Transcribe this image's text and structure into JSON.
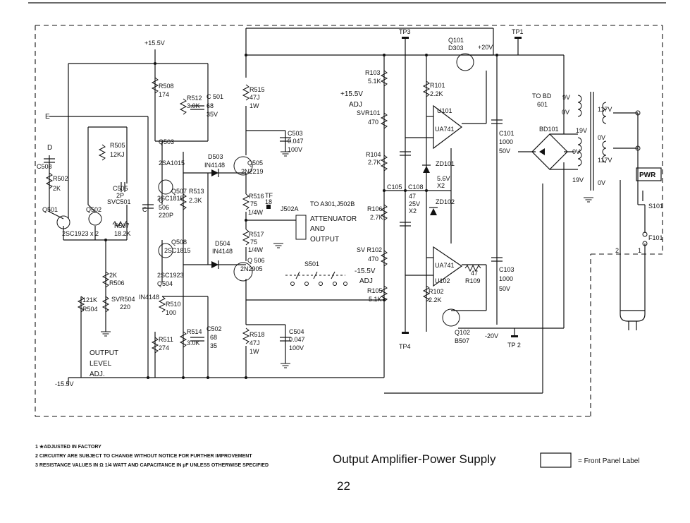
{
  "title": "Output Amplifier-Power Supply",
  "page_number": "22",
  "legend": {
    "label": "= Front Panel Label"
  },
  "notes": [
    "1 ★ADJUSTED IN FACTORY",
    "2 CIRCUITRY ARE SUBJECT TO CHANGE WITHOUT NOTICE FOR FURTHER IMPROVEMENT",
    "3 RESISTANCE VALUES IN Ω 1/4 WATT AND CAPACITANCE IN µF UNLESS OTHERWISE SPECIFIED"
  ],
  "panel_labels": {
    "pwr": "PWR",
    "output_level": "OUTPUT",
    "output_level_2": "LEVEL",
    "output_level_3": "ADJ.",
    "attenuator": "ATTENUATOR",
    "and": "AND",
    "output": "OUTPUT"
  },
  "rails": {
    "plus_15v_top": "+15.5V",
    "minus_15v_bottom": "-15.5V",
    "plus_20v": "+20V",
    "minus_20v": "-20V",
    "adj_pos": "+15.5V",
    "adj_pos_2": "ADJ",
    "adj_neg": "-15.5V",
    "adj_neg_2": "ADJ"
  },
  "inputs": {
    "e": "E",
    "d": "D"
  },
  "test_points": {
    "tp1": "TP1",
    "tp2": "TP 2",
    "tp3": "TP3",
    "tp4": "TP4",
    "tf18": "TF",
    "tf18_num": "18"
  },
  "left_section": {
    "c508": "C508",
    "r502": "R502",
    "r502_val": "2K",
    "q501": "Q501",
    "q502": "Q502",
    "q_pair": "2SC1923 x 2",
    "r505": "R505",
    "r505_val": "12KJ",
    "c505": "C505",
    "c505_val": "2P",
    "svc501": "SVC501",
    "c_label": "C",
    "r507": "R507",
    "r507_val": "18.2K",
    "r506_val": "2K",
    "r506": "R506",
    "r504_val": "121K",
    "r504": "R504",
    "svr504": "SVR504",
    "svr504_val": "220"
  },
  "driver_section": {
    "r508": "R508",
    "r508_val": "174",
    "r512": "R512",
    "r512_val": "3.0K",
    "c501": "C 501",
    "c501_val": "68",
    "c501_v": "35V",
    "q503": "Q503",
    "q503_type": "2SA1015",
    "q507": "Q507",
    "q507_type": "2SC1815",
    "r513": "R513",
    "r513_val": "2.3K",
    "c506": "C",
    "c506_num": "506",
    "c506_val": "220P",
    "q508": "Q508",
    "q508_type": "2SC1815",
    "d503": "D503",
    "d503_type": "IN4148",
    "d504": "D504",
    "d504_type": "IN4148",
    "q504_type": "2SC1923",
    "q504": "Q504",
    "in4148": "IN4148",
    "r510": "R510",
    "r510_val": "100",
    "r511": "R511",
    "r511_val": "274",
    "r514": "R514",
    "r514_val": "3.0K",
    "c502": "C502",
    "c502_val": "68",
    "c502_v": "35"
  },
  "output_section": {
    "r515": "R515",
    "r515_val": "47J",
    "r515_w": "1W",
    "c503": "C503",
    "c503_val": "0.047",
    "c503_v": "100V",
    "q505": "Q505",
    "q505_type": "2N2219",
    "r516": "R516",
    "r516_val": "75",
    "r516_w": "1/4W",
    "r517": "R517",
    "r517_val": "75",
    "r517_w": "1/4W",
    "q506": "Q 506",
    "q506_type": "2N2905",
    "r518": "R518",
    "r518_val": "47J",
    "r518_w": "1W",
    "c504": "C504",
    "c504_val": "0.047",
    "c504_v": "100V",
    "to_label": "TO A301,J502B",
    "j502a": "J502A",
    "s501": "S501"
  },
  "regulator_section": {
    "r103": "R103",
    "r103_val": "5.1K",
    "svr101": "SVR101",
    "svr101_val": "470",
    "r104": "R104",
    "r104_val": "2.7K",
    "r101": "R101",
    "r101_val": "2.2K",
    "u101": "U101",
    "u101_type": "UA741",
    "q101": "Q101",
    "q101_type": "D303",
    "zd101": "ZD101",
    "zd101_val": "5.6V",
    "zd101_x": "X2",
    "c105": "C105",
    "c108": "C108",
    "c_val": "47",
    "c_v": "25V",
    "c_x": "X2",
    "zd102": "ZD102",
    "r106": "R106",
    "r106_val": "2.7K",
    "svr102": "SV R102",
    "svr102_val": "470",
    "r105": "R105",
    "r105_val": "5.1K",
    "u102": "U102",
    "u102_type": "UA741",
    "r102": "R102",
    "r102_val": "2.2K",
    "r109_val": "47",
    "r109": "R109",
    "q102": "Q102",
    "q102_type": "B507",
    "c101": "C101",
    "c101_val": "1000",
    "c101_v": "50V",
    "c103": "C103",
    "c103_val": "1000",
    "c103_v": "50V"
  },
  "power_section": {
    "tobd": "TO BD",
    "tobd_num": "601",
    "v9": "9V",
    "v0a": "0V",
    "v117a": "117V",
    "v0b": "0V",
    "v117b": "117V",
    "v0c": "0V",
    "v19a": "19V",
    "v0d": "0V",
    "v19b": "19V",
    "bd101": "BD101",
    "s101": "S101",
    "f101": "F101",
    "n2": "2",
    "n1": "1"
  }
}
